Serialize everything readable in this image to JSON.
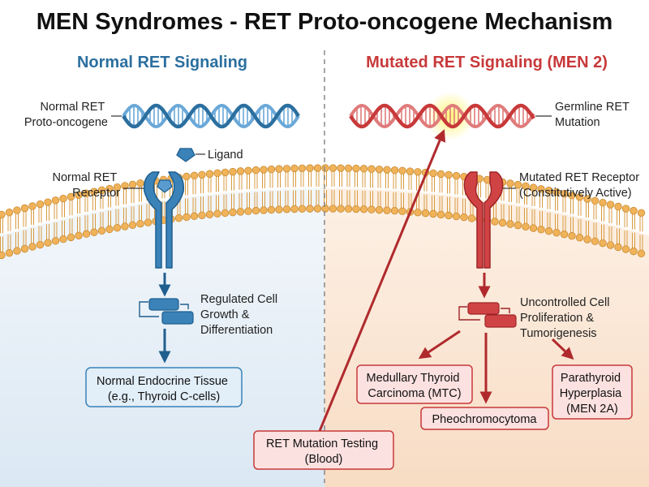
{
  "title": "MEN Syndromes - RET Proto-oncogene Mechanism",
  "normal": {
    "heading": "Normal RET Signaling",
    "dna_label": [
      "Normal RET",
      "Proto-oncogene"
    ],
    "ligand_label": "Ligand",
    "receptor_label": [
      "Normal RET",
      "Receptor"
    ],
    "process_label": [
      "Regulated Cell",
      "Growth &",
      "Differentiation"
    ],
    "outcome_box": [
      "Normal Endocrine Tissue",
      "(e.g., Thyroid C-cells)"
    ]
  },
  "mutated": {
    "heading": "Mutated RET Signaling (MEN 2)",
    "dna_label": [
      "Germline RET",
      "Mutation"
    ],
    "receptor_label": [
      "Mutated RET Receptor",
      "(Constitutively Active)"
    ],
    "process_label": [
      "Uncontrolled Cell",
      "Proliferation &",
      "Tumorigenesis"
    ],
    "outcome_mtc": [
      "Medullary Thyroid",
      "Carcinoma (MTC)"
    ],
    "outcome_pheo": [
      "Pheochromocytoma"
    ],
    "outcome_parathyroid": [
      "Parathyroid",
      "Hyperplasia",
      "(MEN 2A)"
    ]
  },
  "testing_box": [
    "RET Mutation Testing",
    "(Blood)"
  ],
  "colors": {
    "blue": "#3a82b8",
    "blue_dark": "#1f5f8f",
    "red": "#c8393a",
    "red_dark": "#9e2427",
    "membrane": "#f0b35a"
  }
}
